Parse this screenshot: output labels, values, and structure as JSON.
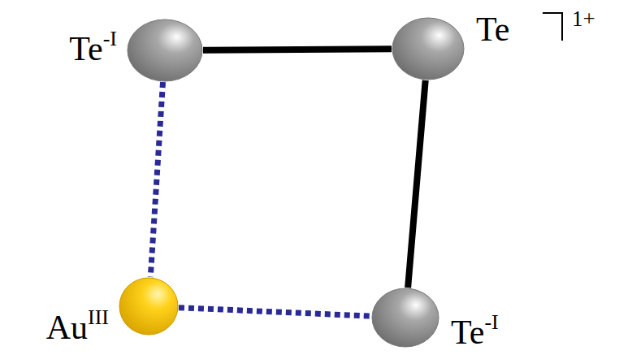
{
  "diagram": {
    "nodes": [
      {
        "text": [
          "Te",
          "-I"
        ]
      },
      {
        "text": [
          "Te"
        ]
      },
      {
        "text": [
          "Au",
          "III"
        ]
      },
      {
        "text": [
          "Te",
          "-I"
        ]
      }
    ],
    "edges": [
      {
        "from": 0,
        "to": 1,
        "arrow": "none"
      },
      {
        "from": 1,
        "to": 3,
        "arrow": "none"
      },
      {
        "from": 0,
        "to": 2,
        "arrow": "none"
      },
      {
        "from": 2,
        "to": 3,
        "arrow": "none"
      }
    ],
    "labels": [
      "1+"
    ]
  }
}
